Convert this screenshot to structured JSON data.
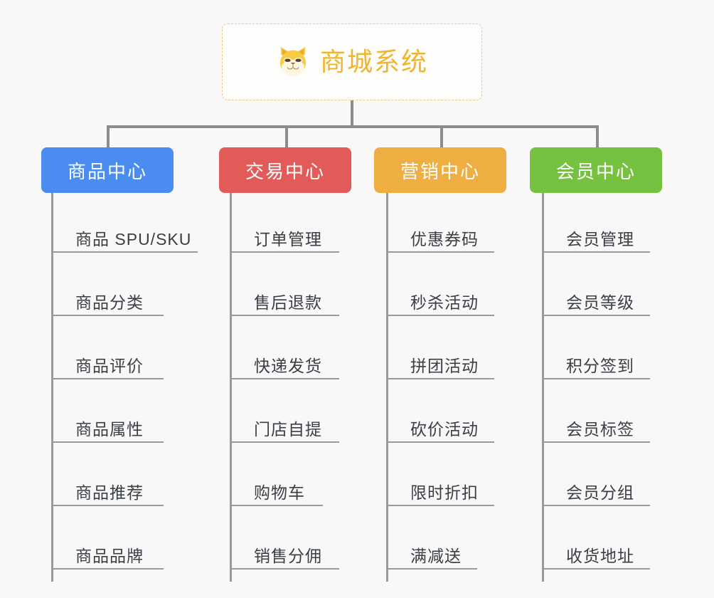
{
  "page": {
    "background_color": "#f8f8f8",
    "type": "org-chart"
  },
  "root": {
    "title": "商城系统",
    "icon": "shiba-dog-icon",
    "text_color": "#f0b52e",
    "border_color": "#eec77a"
  },
  "columns": [
    {
      "id": "product-center",
      "label": "商品中心",
      "color": "#4a8cf0",
      "items": [
        "商品 SPU/SKU",
        "商品分类",
        "商品评价",
        "商品属性",
        "商品推荐",
        "商品品牌"
      ]
    },
    {
      "id": "trade-center",
      "label": "交易中心",
      "color": "#e35b58",
      "items": [
        "订单管理",
        "售后退款",
        "快递发货",
        "门店自提",
        "购物车",
        "销售分佣"
      ]
    },
    {
      "id": "marketing-center",
      "label": "营销中心",
      "color": "#eeae42",
      "items": [
        "优惠券码",
        "秒杀活动",
        "拼团活动",
        "砍价活动",
        "限时折扣",
        "满减送"
      ]
    },
    {
      "id": "member-center",
      "label": "会员中心",
      "color": "#76c13f",
      "items": [
        "会员管理",
        "会员等级",
        "积分签到",
        "会员标签",
        "会员分组",
        "收货地址"
      ]
    }
  ]
}
